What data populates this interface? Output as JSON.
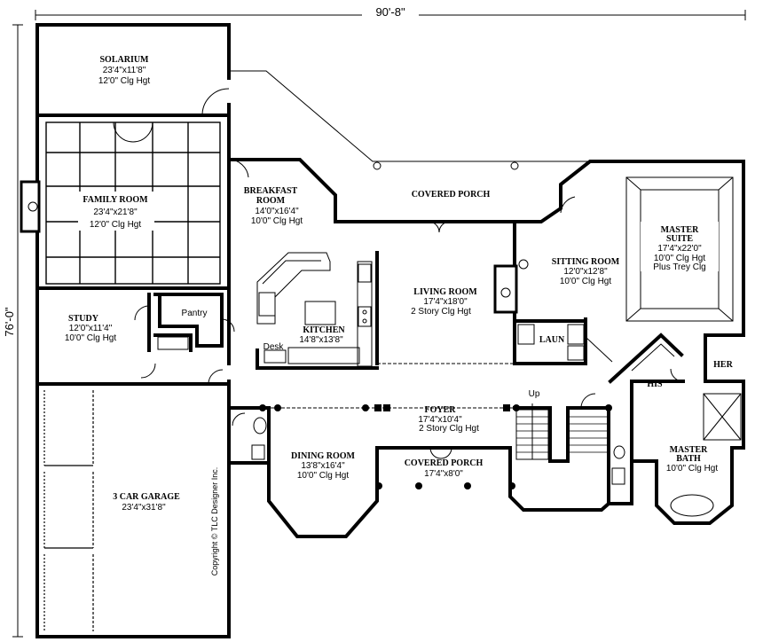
{
  "overall": {
    "width": "90'-8\"",
    "depth": "76'-0\""
  },
  "rooms": {
    "solarium": {
      "name": "SOLARIUM",
      "size": "23'4\"x11'8\"",
      "note": "12'0\" Clg Hgt"
    },
    "family": {
      "name": "FAMILY ROOM",
      "size": "23'4\"x21'8\"",
      "note": "12'0\" Clg Hgt"
    },
    "breakfast": {
      "name": "BREAKFAST",
      "name2": "ROOM",
      "size": "14'0\"x16'4\"",
      "note": "10'0\" Clg Hgt"
    },
    "covered_porch_rear": {
      "name": "COVERED PORCH"
    },
    "master_suite": {
      "name": "MASTER",
      "name2": "SUITE",
      "size": "17'4\"x22'0\"",
      "note": "10'0\" Clg Hgt",
      "note2": "Plus Trey Clg"
    },
    "sitting": {
      "name": "SITTING ROOM",
      "size": "12'0\"x12'8\"",
      "note": "10'0\" Clg Hgt"
    },
    "living": {
      "name": "LIVING ROOM",
      "size": "17'4\"x18'0\"",
      "note": "2 Story Clg Hgt"
    },
    "kitchen": {
      "name": "KITCHEN",
      "size": "14'8\"x13'8\"",
      "desk": "Desk"
    },
    "pantry": {
      "name": "Pantry"
    },
    "study": {
      "name": "STUDY",
      "size": "12'0\"x11'4\"",
      "note": "10'0\" Clg Hgt"
    },
    "laundry": {
      "name": "LAUN"
    },
    "his": {
      "name": "HIS"
    },
    "her": {
      "name": "HER"
    },
    "foyer": {
      "name": "FOYER",
      "size": "17'4\"x10'4\"",
      "note": "2 Story Clg Hgt"
    },
    "stairs": {
      "label": "Up"
    },
    "dining": {
      "name": "DINING ROOM",
      "size": "13'8\"x16'4\"",
      "note": "10'0\" Clg Hgt"
    },
    "covered_porch_front": {
      "name": "COVERED PORCH",
      "size": "17'4\"x8'0\""
    },
    "master_bath": {
      "name": "MASTER",
      "name2": "BATH",
      "note": "10'0\" Clg Hgt"
    },
    "garage": {
      "name": "3 CAR GARAGE",
      "size": "23'4\"x31'8\""
    }
  },
  "copyright": "Copyright © TLC Designer Inc."
}
